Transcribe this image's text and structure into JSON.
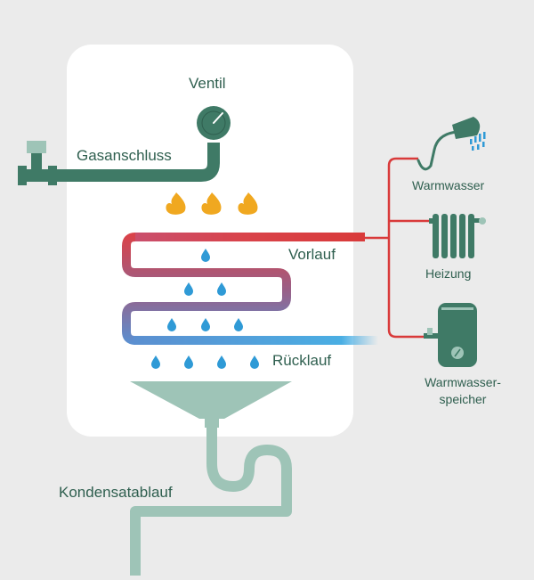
{
  "labels": {
    "valve": "Ventil",
    "gas_connection": "Gasanschluss",
    "flow": "Vorlauf",
    "return": "Rücklauf",
    "condensate_drain": "Kondensatablauf",
    "hot_water": "Warmwasser",
    "heating": "Heizung",
    "storage_line1": "Warmwasser-",
    "storage_line2": "speicher"
  },
  "colors": {
    "background": "#ebebeb",
    "boiler": "#ffffff",
    "pipe_green": "#3f7a66",
    "drain_green": "#9ec4b7",
    "hot": "#d93a3a",
    "cold": "#4aaee3",
    "flame": "#f0a820",
    "water_drop": "#2f9ad6",
    "text": "#2f5f4f"
  },
  "icons": {
    "valve": "valve-gauge-icon",
    "flame": "flame-icon",
    "drop": "water-drop-icon",
    "shower": "shower-icon",
    "radiator": "radiator-icon",
    "tank": "storage-tank-icon"
  }
}
